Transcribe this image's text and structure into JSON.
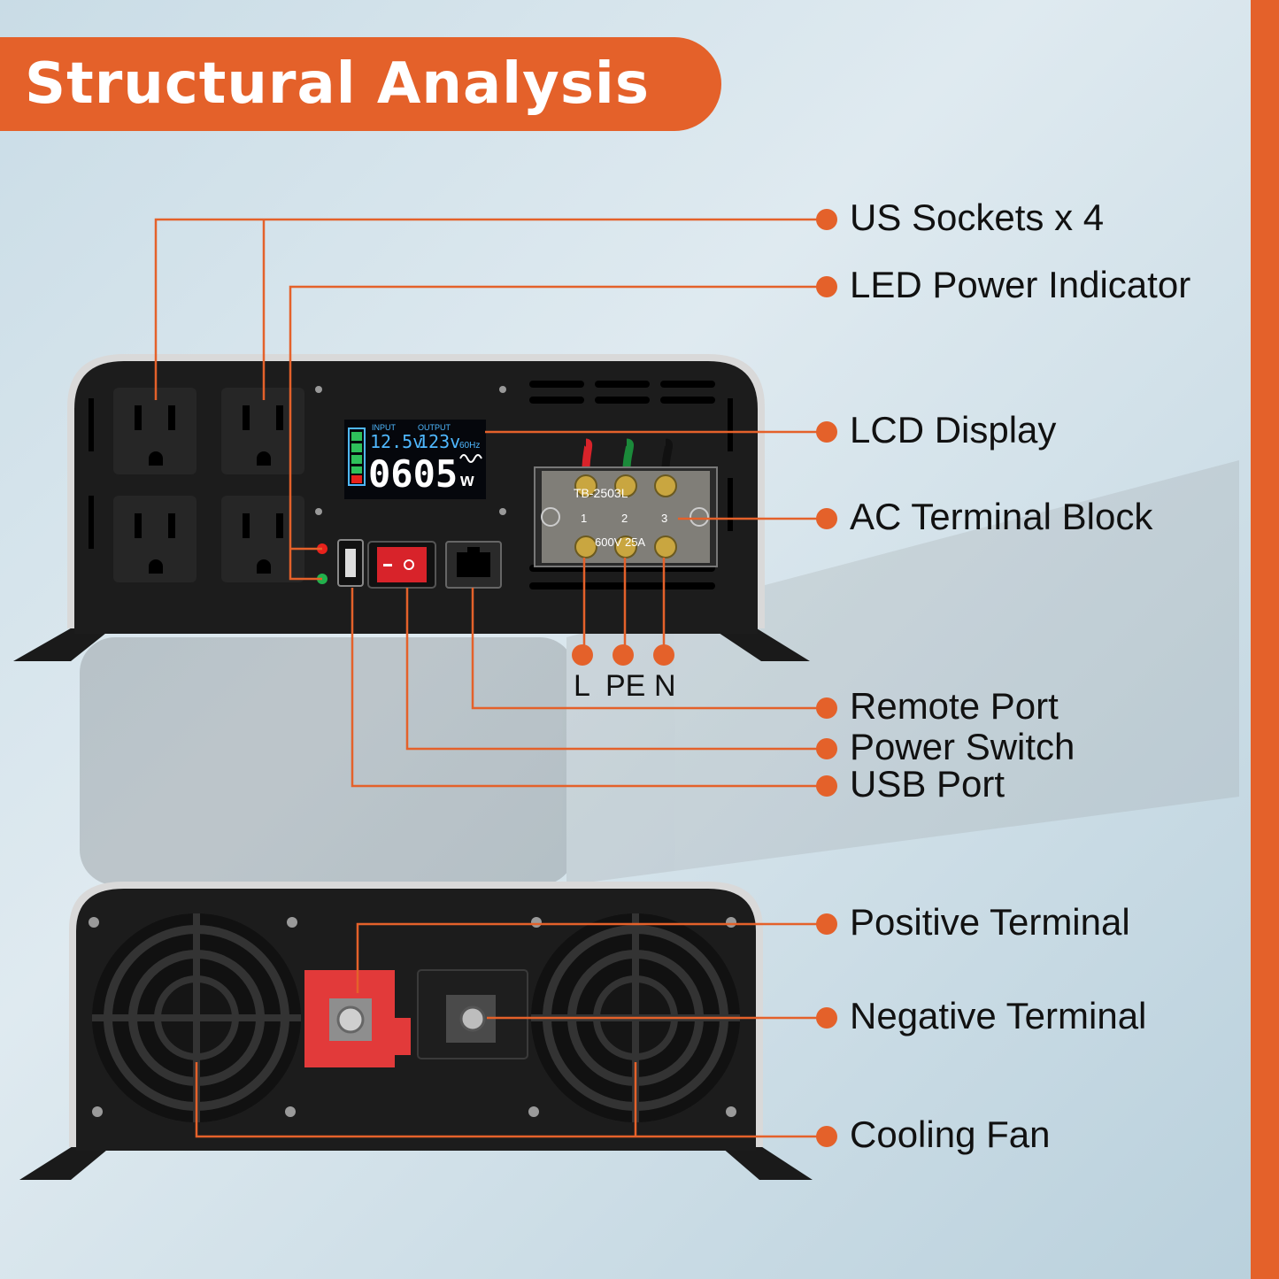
{
  "title": "Structural Analysis",
  "callouts": {
    "us_sockets": "US Sockets x 4",
    "led_indicator": "LED Power Indicator",
    "lcd_display": "LCD Display",
    "ac_terminal": "AC Terminal Block",
    "remote_port": "Remote Port",
    "power_switch": "Power Switch",
    "usb_port": "USB Port",
    "positive_terminal": "Positive Terminal",
    "negative_terminal": "Negative Terminal",
    "cooling_fan": "Cooling Fan"
  },
  "terminal_labels": {
    "l": "L",
    "pe": "PE",
    "n": "N"
  },
  "lcd": {
    "input_label": "INPUT",
    "output_label": "OUTPUT",
    "input_voltage": "12.5v",
    "output_voltage": "123v",
    "frequency": "60Hz",
    "power": "0605",
    "power_unit": "w"
  },
  "terminal_block": {
    "model": "TB-2503L",
    "rating": "600V 25A",
    "positions": [
      "1",
      "2",
      "3"
    ]
  },
  "colors": {
    "accent": "#e4612a",
    "body": "#1c1c1c",
    "lcd_text": "#4fb8ff"
  }
}
